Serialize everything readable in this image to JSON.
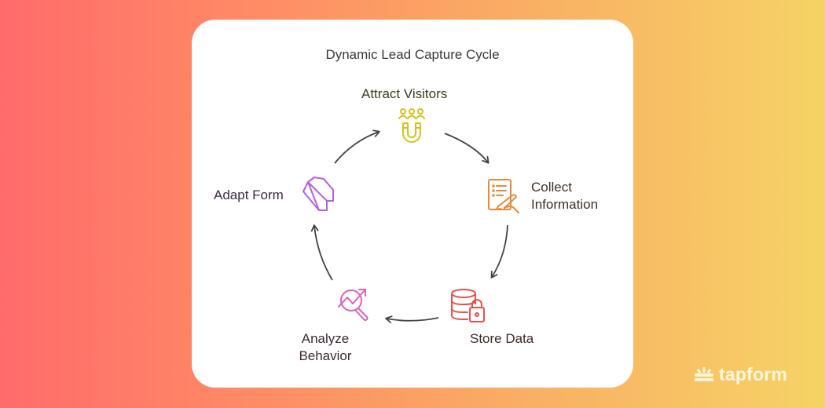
{
  "diagram": {
    "title": "Dynamic Lead Capture Cycle",
    "type": "cycle",
    "steps": [
      {
        "label": "Attract Visitors",
        "icon": "magnet-people-icon",
        "color": "#d4c21a",
        "text_color": "#3d3a1e"
      },
      {
        "label_line1": "Collect",
        "label_line2": "Information",
        "icon": "form-pen-icon",
        "color": "#e8893a",
        "text_color": "#3d2f26"
      },
      {
        "label": "Store Data",
        "icon": "database-lock-icon",
        "color": "#e8504a",
        "text_color": "#3e2a2a"
      },
      {
        "label_line1": "Analyze",
        "label_line2": "Behavior",
        "icon": "chart-search-icon",
        "color": "#e060b8",
        "text_color": "#3e2836"
      },
      {
        "label": "Adapt Form",
        "icon": "adapt-shape-icon",
        "color": "#b55ee8",
        "text_color": "#3a2a44"
      }
    ],
    "arrow_color": "#444444"
  },
  "brand": {
    "name": "tapform",
    "icon": "tapform-logo-icon"
  }
}
